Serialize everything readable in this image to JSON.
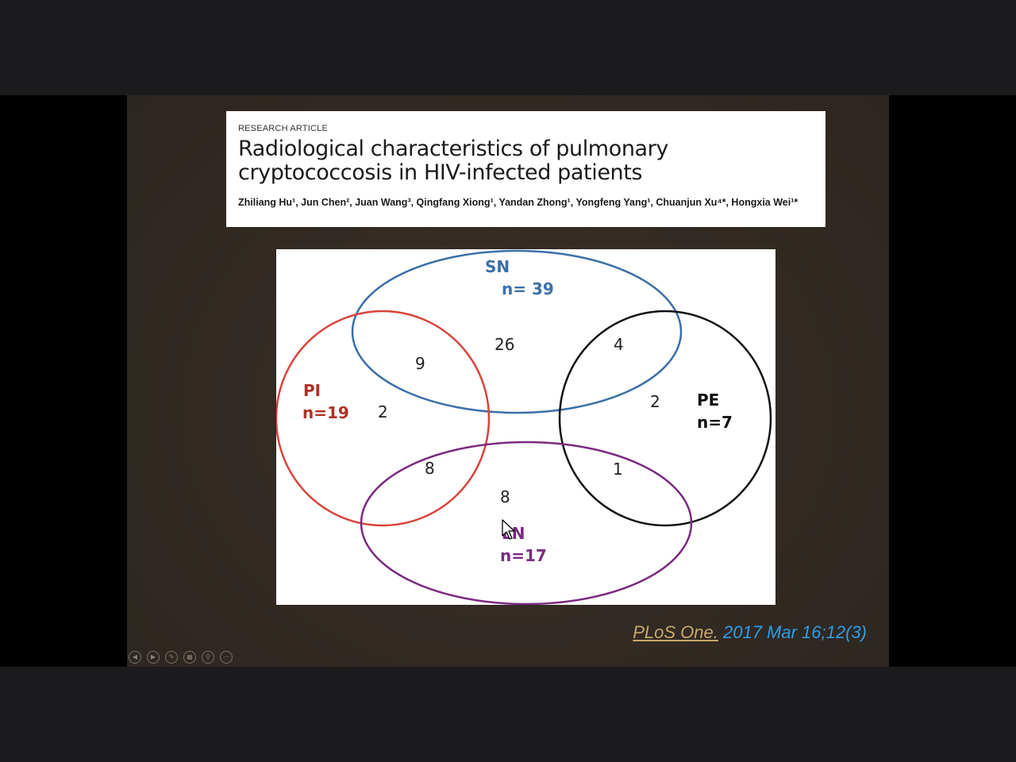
{
  "header": {
    "article_type": "RESEARCH ARTICLE",
    "title": "Radiological characteristics of pulmonary cryptococcosis in HIV-infected patients",
    "authors": "Zhiliang Hu¹, Jun Chen², Juan Wang³, Qingfang Xiong¹, Yandan Zhong¹, Yongfeng Yang¹, Chuanjun Xu⁴*, Hongxia Wei¹*"
  },
  "diagram": {
    "sets": {
      "sn": {
        "name": "SN",
        "count": "n= 39",
        "color": "#3a6fa8"
      },
      "pi": {
        "name": "PI",
        "count": "n=19",
        "color": "#c0392b"
      },
      "pe": {
        "name": "PE",
        "count": "n=7",
        "color": "#111111"
      },
      "ln": {
        "name": "LN",
        "count": "n=17",
        "color": "#7a2a80"
      }
    },
    "regions": {
      "sn_only": "26",
      "sn_pi": "9",
      "sn_pe": "4",
      "pi_only": "2",
      "pe_only": "2",
      "pi_ln": "8",
      "ln_only": "8",
      "pe_ln": "1"
    }
  },
  "citation": {
    "journal": "PLoS One.",
    "date": " 2017 Mar 16;12(3)"
  },
  "controls": {
    "icons": [
      "previous-icon",
      "next-icon",
      "pen-icon",
      "slides-icon",
      "zoom-icon",
      "more-icon"
    ],
    "glyphs": [
      "◀",
      "▶",
      "✎",
      "▦",
      "⚲",
      "⋯"
    ]
  }
}
